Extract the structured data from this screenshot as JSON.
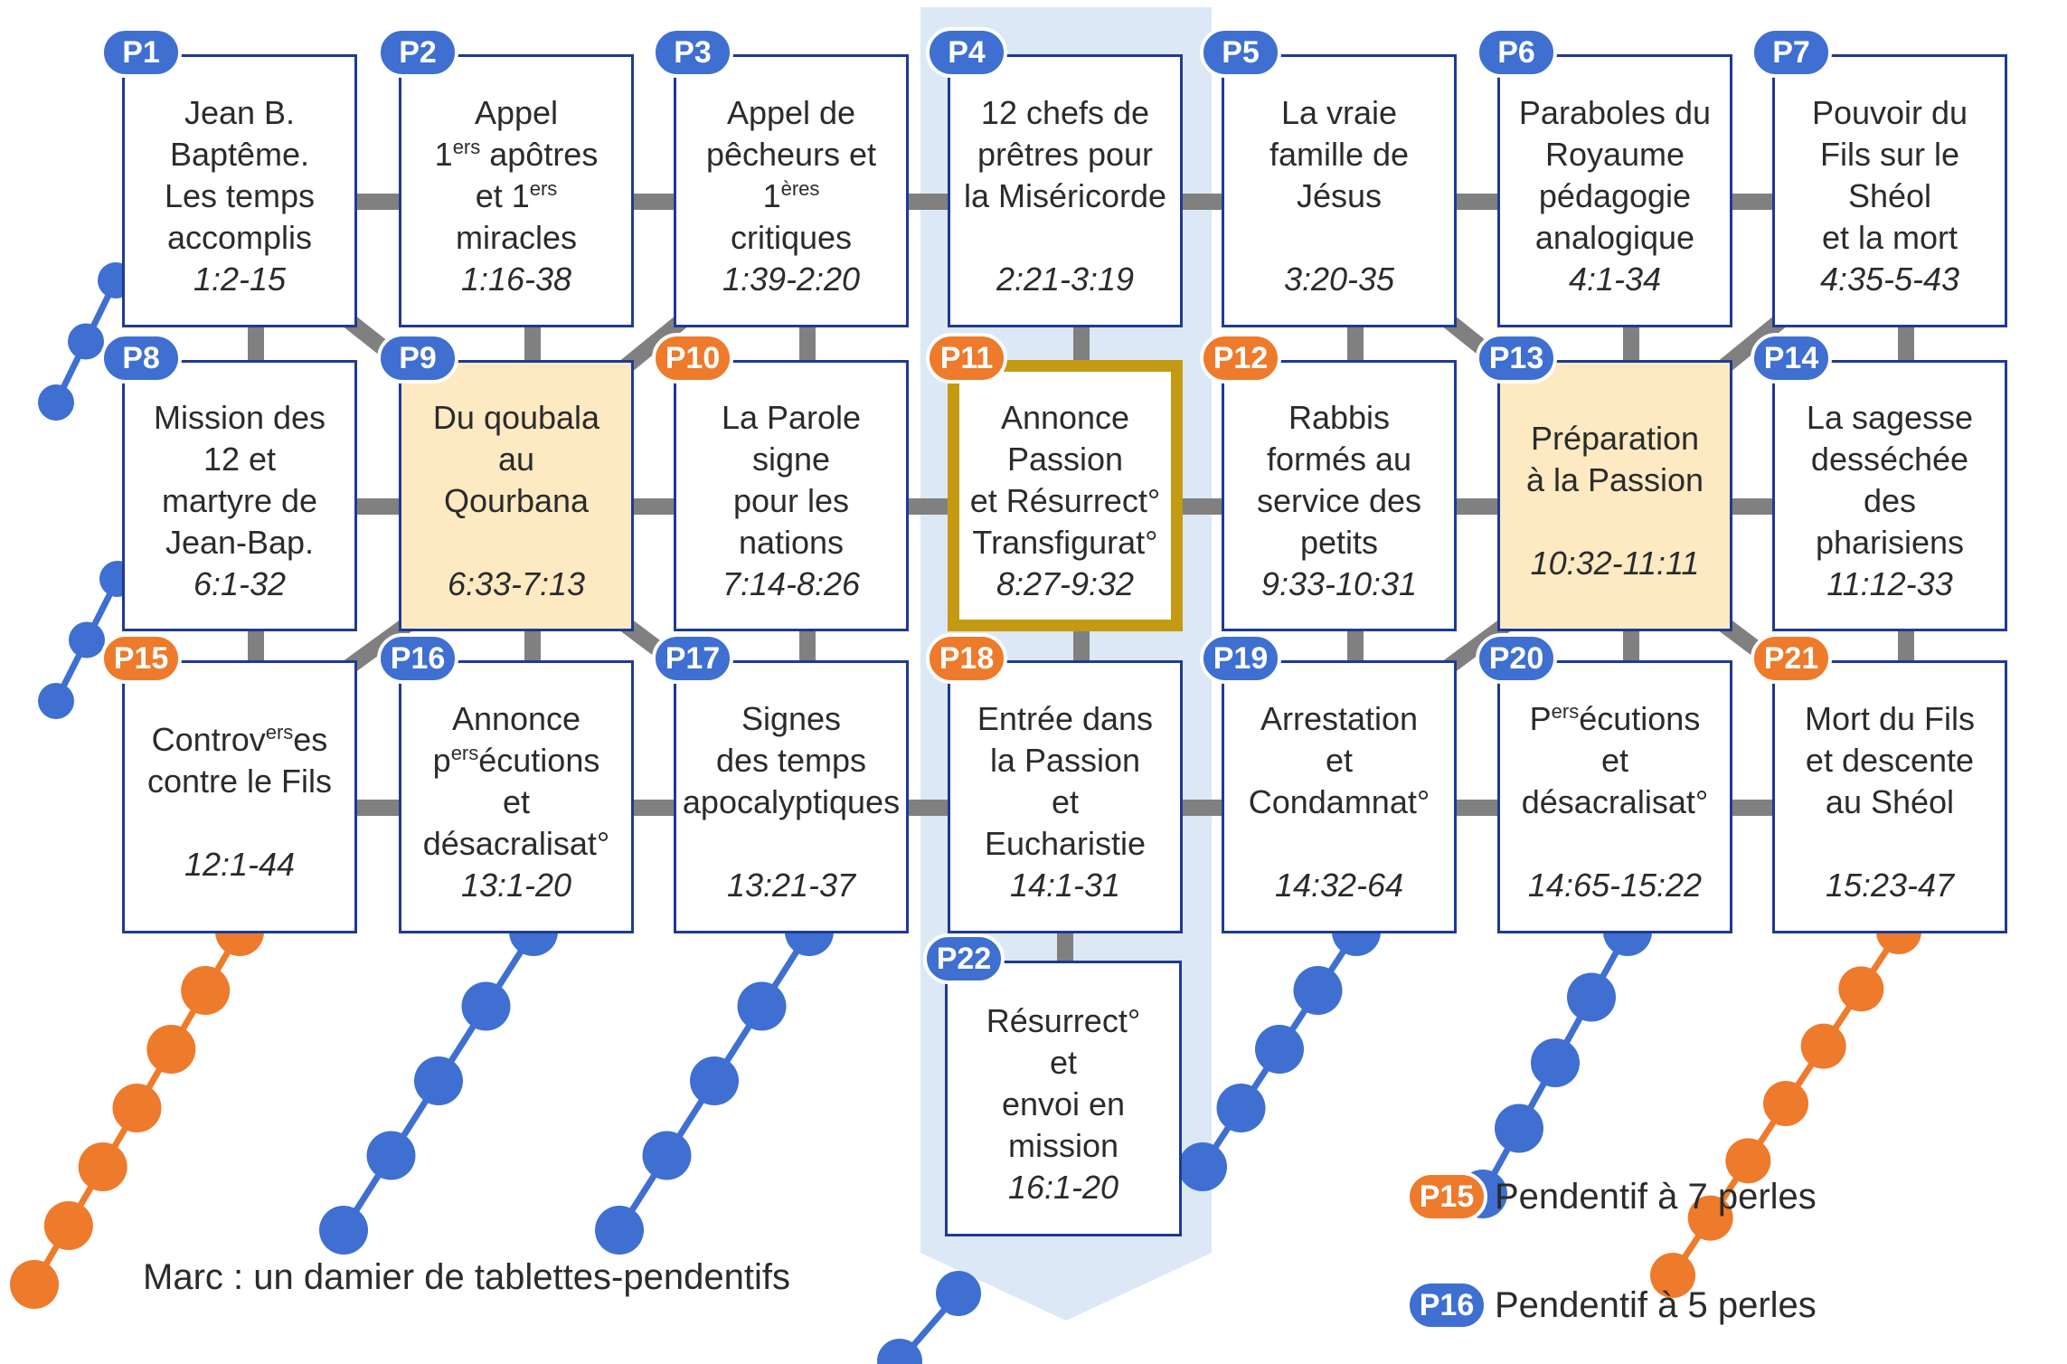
{
  "colors": {
    "blue": "#3e6fd1",
    "orange": "#ee7a2b",
    "tile_border": "#1f3a93",
    "highlight_fill": "#fde9c2",
    "highlight_frame": "#c49a12",
    "column_band": "#dce8f6",
    "connector": "#808080"
  },
  "tiles": [
    {
      "id": "P1",
      "badge_color": "blue",
      "text": "Jean B.\nBaptême.\nLes temps\naccomplis",
      "ref": "1:2-15"
    },
    {
      "id": "P2",
      "badge_color": "blue",
      "text": "Appel\n1ers apôtres\net 1ers\nmiracles",
      "ref": "1:16-38"
    },
    {
      "id": "P3",
      "badge_color": "blue",
      "text": "Appel de\npêcheurs et\n1ères\ncritiques",
      "ref": "1:39-2:20"
    },
    {
      "id": "P4",
      "badge_color": "blue",
      "text": "12 chefs de\nprêtres pour\nla Miséricorde",
      "ref": "2:21-3:19"
    },
    {
      "id": "P5",
      "badge_color": "blue",
      "text": "La vraie\nfamille de\nJésus",
      "ref": "3:20-35"
    },
    {
      "id": "P6",
      "badge_color": "blue",
      "text": "Paraboles du\nRoyaume\npédagogie\nanalogique",
      "ref": "4:1-34"
    },
    {
      "id": "P7",
      "badge_color": "blue",
      "text": "Pouvoir du\nFils sur le\nShéol\net la mort",
      "ref": "4:35-5-43"
    },
    {
      "id": "P8",
      "badge_color": "blue",
      "text": "Mission des\n12 et\nmartyre de\nJean-Bap.",
      "ref": "6:1-32"
    },
    {
      "id": "P9",
      "badge_color": "blue",
      "text": "Du qoubala\nau\nQourbana",
      "ref": "6:33-7:13"
    },
    {
      "id": "P10",
      "badge_color": "orange",
      "text": "La Parole\nsigne\npour les\nnations",
      "ref": "7:14-8:26"
    },
    {
      "id": "P11",
      "badge_color": "orange",
      "text": "Annonce\nPassion\net Résurrect°\nTransfigurat°",
      "ref": "8:27-9:32"
    },
    {
      "id": "P12",
      "badge_color": "orange",
      "text": "Rabbis\nformés au\nservice des\npetits",
      "ref": "9:33-10:31"
    },
    {
      "id": "P13",
      "badge_color": "blue",
      "text": "Préparation\nà la Passion",
      "ref": "10:32-11:11"
    },
    {
      "id": "P14",
      "badge_color": "blue",
      "text": "La sagesse\ndesséchée\ndes\npharisiens",
      "ref": "11:12-33"
    },
    {
      "id": "P15",
      "badge_color": "orange",
      "text": "Controverses\ncontre le Fils",
      "ref": "12:1-44"
    },
    {
      "id": "P16",
      "badge_color": "blue",
      "text": "Annonce\npersécutions\net\ndésacralisat°",
      "ref": "13:1-20"
    },
    {
      "id": "P17",
      "badge_color": "blue",
      "text": "Signes\ndes temps\napocalyptiques",
      "ref": "13:21-37"
    },
    {
      "id": "P18",
      "badge_color": "orange",
      "text": "Entrée dans\nla Passion\net\nEucharistie",
      "ref": "14:1-31"
    },
    {
      "id": "P19",
      "badge_color": "blue",
      "text": "Arrestation\net\nCondamnat°",
      "ref": "14:32-64"
    },
    {
      "id": "P20",
      "badge_color": "blue",
      "text": "Persécutions\net\ndésacralisat°",
      "ref": "14:65-15:22"
    },
    {
      "id": "P21",
      "badge_color": "orange",
      "text": "Mort du Fils\net descente\nau Shéol",
      "ref": "15:23-47"
    },
    {
      "id": "P22",
      "badge_color": "blue",
      "text": "Résurrect°\net\nenvoi en\nmission",
      "ref": "16:1-20"
    }
  ],
  "caption": "Marc : un damier de tablettes-pendentifs",
  "legend": [
    {
      "badge": "P15",
      "color": "orange",
      "label": "Pendentif à 7 perles"
    },
    {
      "badge": "P16",
      "color": "blue",
      "label": "Pendentif à 5 perles"
    }
  ]
}
